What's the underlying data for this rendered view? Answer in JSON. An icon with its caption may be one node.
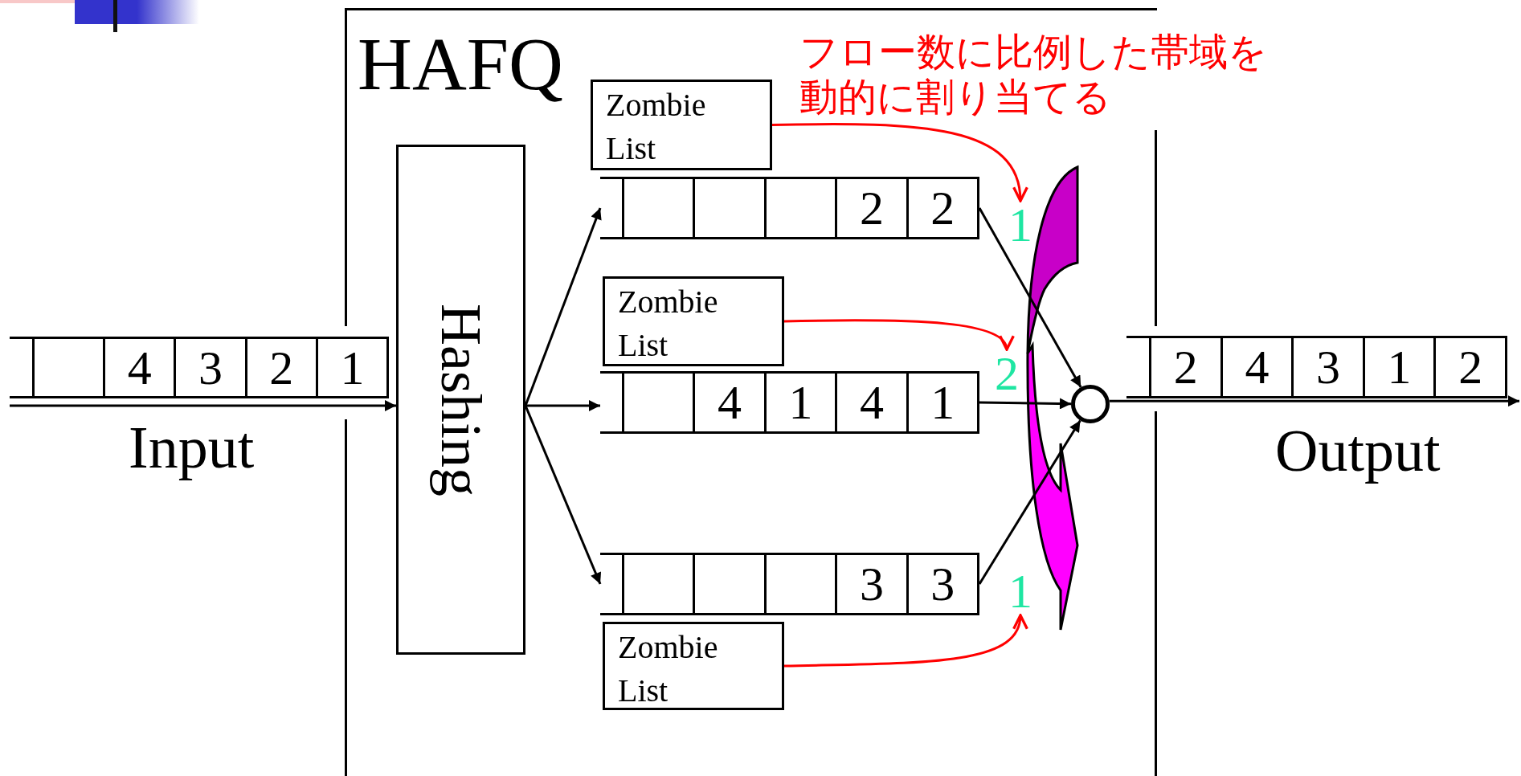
{
  "diagram": {
    "nodes": [
      {
        "text": [
          "HAFQ"
        ]
      },
      {
        "text": [
          "4",
          "3",
          "2",
          "1"
        ],
        "beside": [
          "Input"
        ]
      },
      {
        "text": [
          "Hashing"
        ],
        "in": 0
      },
      {
        "text": [
          "Zombie List"
        ],
        "in": 0
      },
      {
        "text": [
          "2",
          "2"
        ],
        "in": 0
      },
      {
        "text": [
          "Zombie List"
        ],
        "in": 0
      },
      {
        "text": [
          "4",
          "1",
          "4",
          "1"
        ],
        "in": 0
      },
      {
        "text": [
          "3",
          "3"
        ],
        "in": 0
      },
      {
        "text": [
          "Zombie List"
        ],
        "in": 0
      },
      {
        "text": [
          "1"
        ],
        "in": 0
      },
      {
        "text": [
          "2"
        ],
        "in": 0
      },
      {
        "text": [
          "1"
        ],
        "in": 0
      },
      {
        "text": [],
        "shape": "circle",
        "in": 0
      },
      {
        "text": [
          "2",
          "4",
          "3",
          "1",
          "2"
        ],
        "beside": [
          "Output"
        ]
      }
    ],
    "edges": [
      {
        "from": 1,
        "to": 2,
        "arrow": "to"
      },
      {
        "from": 2,
        "to": 4,
        "arrow": "to"
      },
      {
        "from": 2,
        "to": 6,
        "arrow": "to"
      },
      {
        "from": 2,
        "to": 7,
        "arrow": "to"
      },
      {
        "from": 4,
        "to": 12,
        "arrow": "to"
      },
      {
        "from": 6,
        "to": 12,
        "arrow": "to"
      },
      {
        "from": 7,
        "to": 12,
        "arrow": "to"
      },
      {
        "from": 12,
        "to": 13,
        "arrow": "to"
      },
      {
        "from": 3,
        "to": 9,
        "arrow": "to",
        "color": "#ff0000"
      },
      {
        "from": 5,
        "to": 10,
        "arrow": "to",
        "color": "#ff0000"
      },
      {
        "from": 8,
        "to": 11,
        "arrow": "to",
        "color": "#ff0000"
      }
    ],
    "labels": [
      "フロー数に比例した帯域を動的に割り当てる"
    ]
  }
}
